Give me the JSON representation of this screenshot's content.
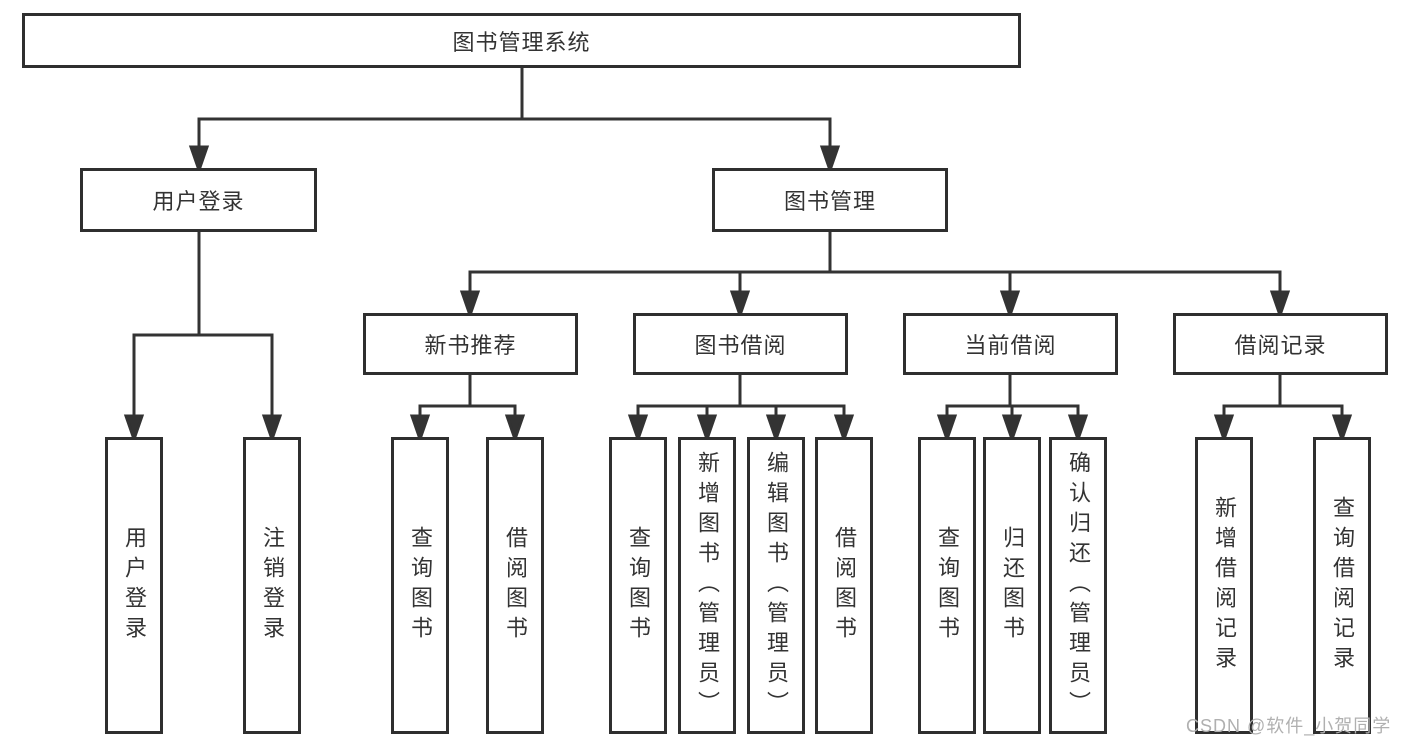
{
  "diagram": {
    "type": "tree",
    "colors": {
      "line": "#333333",
      "border": "#2f2f2f",
      "text": "#333333",
      "watermark": "#b0b0b0",
      "background": "#ffffff"
    },
    "tree": {
      "label": "图书管理系统",
      "children": [
        {
          "label": "用户登录",
          "children": [
            {
              "label": "用户登录"
            },
            {
              "label": "注销登录"
            }
          ]
        },
        {
          "label": "图书管理",
          "children": [
            {
              "label": "新书推荐",
              "children": [
                {
                  "label": "查询图书"
                },
                {
                  "label": "借阅图书"
                }
              ]
            },
            {
              "label": "图书借阅",
              "children": [
                {
                  "label": "查询图书"
                },
                {
                  "label": "新增图书（管理员）"
                },
                {
                  "label": "编辑图书（管理员）"
                },
                {
                  "label": "借阅图书"
                }
              ]
            },
            {
              "label": "当前借阅",
              "children": [
                {
                  "label": "查询图书"
                },
                {
                  "label": "归还图书"
                },
                {
                  "label": "确认归还（管理员）"
                }
              ]
            },
            {
              "label": "借阅记录",
              "children": [
                {
                  "label": "新增借阅记录"
                },
                {
                  "label": "查询借阅记录"
                }
              ]
            }
          ]
        }
      ]
    },
    "watermark": "CSDN @软件_小贺同学"
  }
}
